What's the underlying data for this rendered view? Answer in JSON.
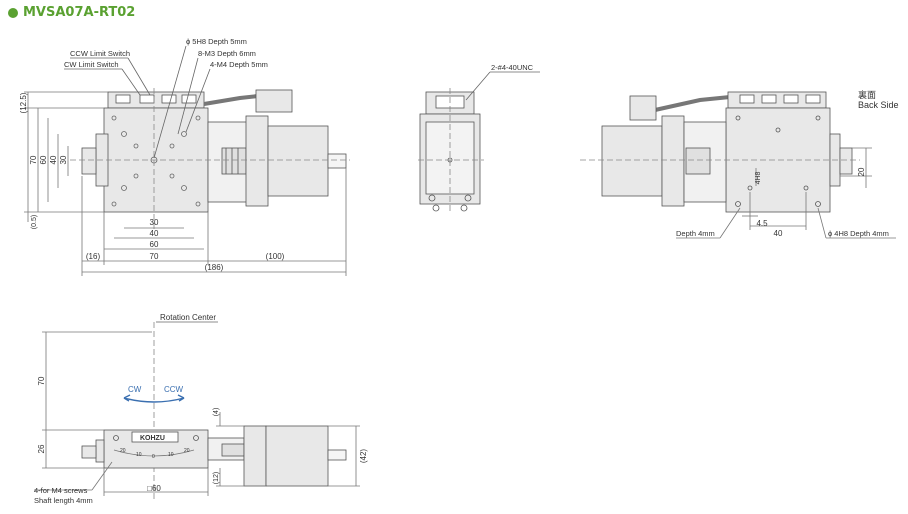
{
  "title": "MVSA07A-RT02",
  "colors": {
    "title": "#5aa131",
    "line": "#555555",
    "body": "#e8e8e8",
    "arrow": "#3a6fb0"
  },
  "top_view": {
    "callouts": {
      "ccw": "CCW Limit Switch",
      "cw": "CW Limit Switch",
      "hole1": "ϕ 5H8 Depth 5mm",
      "hole2": "8-M3 Depth 6mm",
      "hole3": "4-M4 Depth 5mm"
    },
    "dims": {
      "d12_5": "(12.5)",
      "d70v": "70",
      "d60v": "60",
      "d40v": "40",
      "d30v": "30",
      "d0_5": "(0.5)",
      "d30h": "30",
      "d40h": "40",
      "d60h": "60",
      "d16": "(16)",
      "d70h": "70",
      "d100": "(100)",
      "d186": "(186)"
    }
  },
  "front_view": {
    "callout": "2-#4-40UNC"
  },
  "back_view": {
    "label_jp": "裏面",
    "label_en": "Back Side",
    "dims": {
      "d4h8v": "4H8",
      "d20": "20",
      "d4_5": "4.5",
      "d40": "40"
    },
    "callouts": {
      "depth": "Depth 4mm",
      "hole": "ϕ 4H8 Depth 4mm"
    }
  },
  "side_view": {
    "rotation_center": "Rotation Center",
    "cw": "CW",
    "ccw": "CCW",
    "brand": "KOHZU",
    "scale": [
      "20",
      "10",
      "0",
      "10",
      "20"
    ],
    "dims": {
      "d70": "70",
      "d26": "26",
      "d4": "(4)",
      "d42": "(42)",
      "d12": "(12)",
      "sq60": "□60"
    },
    "note1": "4-for M4 screws",
    "note2": "Shaft length 4mm"
  }
}
